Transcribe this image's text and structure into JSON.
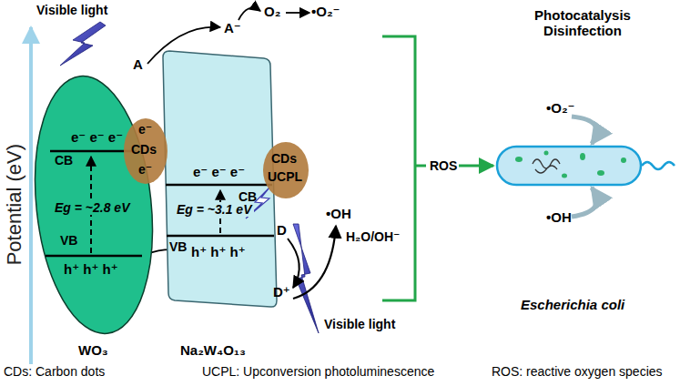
{
  "diagram": {
    "nodes": [
      {
        "text": [
          "e⁻ e⁻ e⁻",
          "CB",
          "Eg = ~2.8 eV",
          "VB",
          "h⁺ h⁺ h⁺",
          "WO₃"
        ]
      },
      {
        "text": [
          "e⁻ e⁻ e⁻",
          "CB",
          "Eg = ~3.1 eV",
          "VB",
          "h⁺ h⁺ h⁺",
          "Na₂W₄O₁₃"
        ]
      },
      {
        "text": [
          "e⁻",
          "CDs",
          "e⁻"
        ]
      },
      {
        "text": [
          "CDs",
          "UCPL"
        ]
      },
      {
        "text": [
          "Escherichia coli"
        ]
      }
    ],
    "edges": [
      {
        "from": 0,
        "to": 1,
        "arrow": "to"
      },
      {
        "from": 1,
        "to": 2,
        "arrow": "to"
      }
    ],
    "labels": [
      "Visible light",
      "A",
      "A⁻",
      "O₂",
      "•O₂⁻",
      "Potential (eV)",
      "D",
      "D⁺",
      "H₂O/OH⁻",
      "•OH",
      "Visible light",
      "Photocatalysis Disinfection",
      "ROS",
      "•O₂⁻",
      "•OH",
      "CDs: Carbon dots",
      "UCPL: Upconversion photoluminescence",
      "ROS: reactive oxygen species"
    ]
  }
}
